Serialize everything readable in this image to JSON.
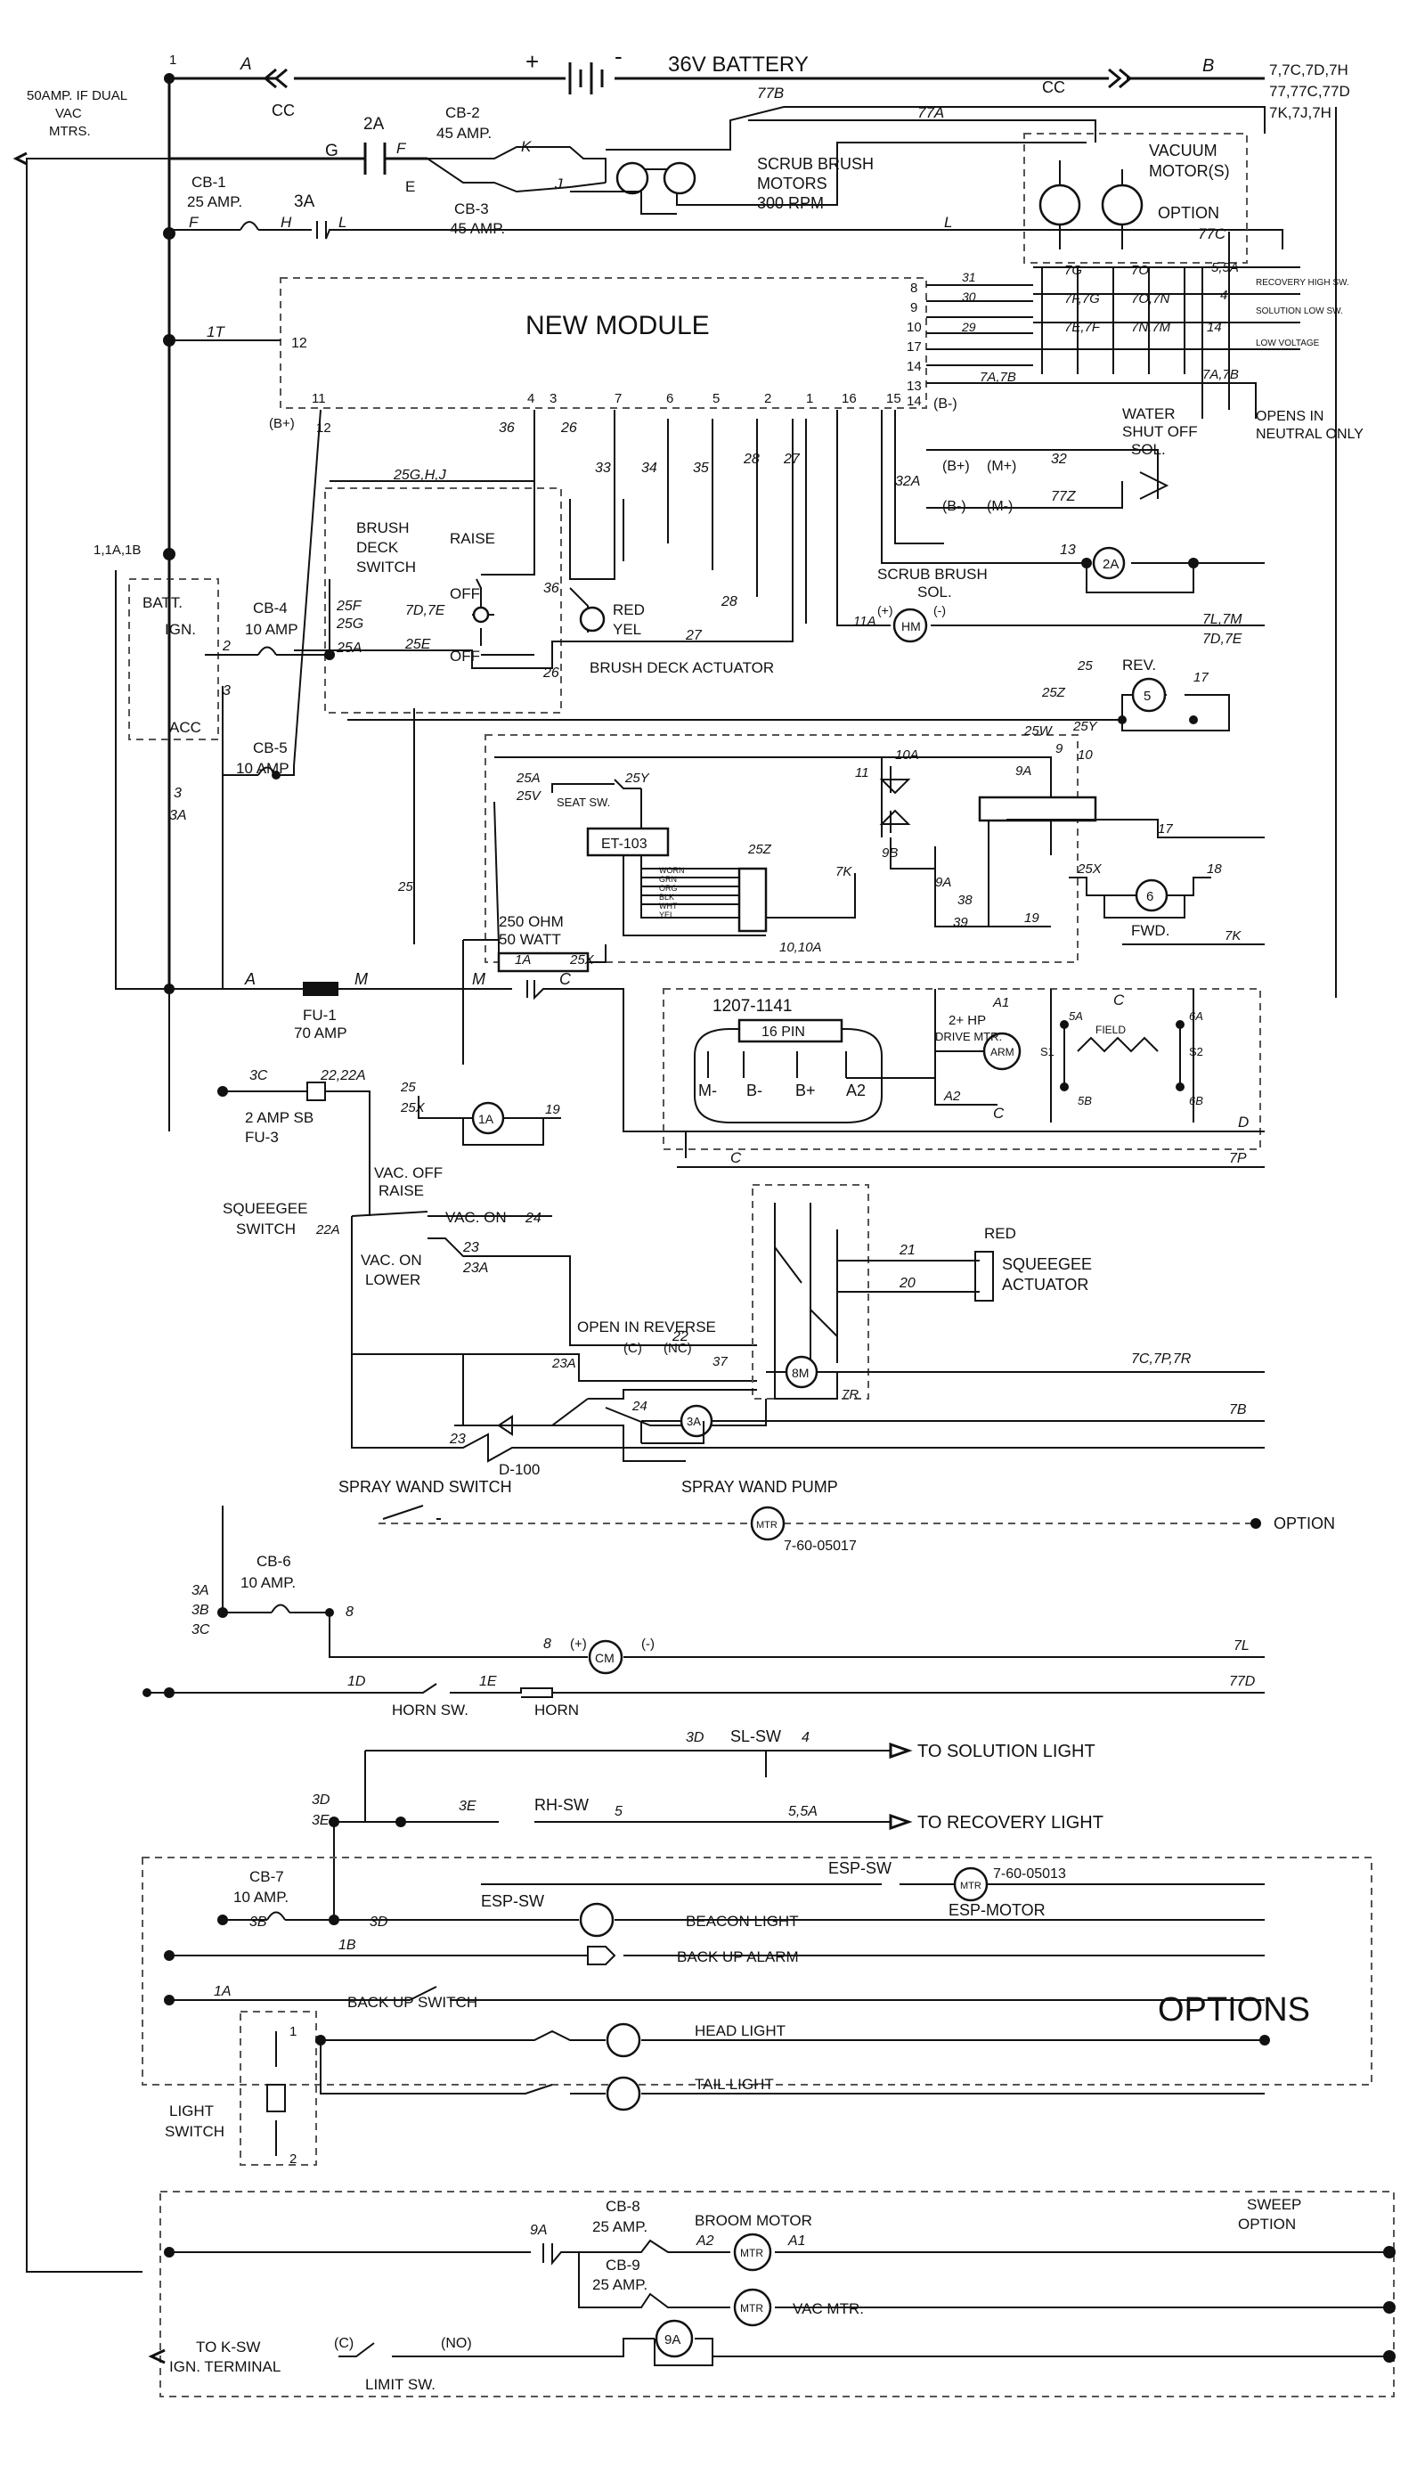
{
  "battery": {
    "label": "36V BATTERY",
    "plus": "+",
    "minus": "-",
    "a": "A",
    "b": "B",
    "cc1": "CC",
    "cc2": "CC",
    "node1": "1"
  },
  "top_right": {
    "line1": "7,7C,7D,7H",
    "line2": "77,77C,77D",
    "line3": "7K,7J,7H"
  },
  "left_top": {
    "l1": "50AMP. IF DUAL",
    "l2": "VAC",
    "l3": "MTRS."
  },
  "breakers": {
    "cb1": {
      "name": "CB-1",
      "rating": "25 AMP."
    },
    "cb2": {
      "name": "CB-2",
      "rating": "45 AMP."
    },
    "cb3": {
      "name": "CB-3",
      "rating": "45 AMP."
    },
    "cb4": {
      "name": "CB-4",
      "rating": "10 AMP"
    },
    "cb5": {
      "name": "CB-5",
      "rating": "10 AMP"
    },
    "cb6": {
      "name": "CB-6",
      "rating": "10 AMP."
    },
    "cb7": {
      "name": "CB-7",
      "rating": "10 AMP."
    },
    "cb8": {
      "name": "CB-8",
      "rating": "25 AMP."
    },
    "cb9": {
      "name": "CB-9",
      "rating": "25 AMP."
    }
  },
  "wire_labels": {
    "g": "G",
    "f": "F",
    "h": "H",
    "k": "K",
    "j": "J",
    "e": "E",
    "l": "L",
    "l2": "L",
    "a2": "2A",
    "a3": "3A",
    "w77b": "77B",
    "w77a": "77A",
    "w77c": "77C",
    "w1t": "1T",
    "w12": "12",
    "w11": "11",
    "b_plus": "(B+)",
    "w12b": "12"
  },
  "scrub": {
    "l1": "SCRUB BRUSH",
    "l2": "MOTORS",
    "l3": "300 RPM"
  },
  "vacuum": {
    "l1": "VACUUM",
    "l2": "MOTOR(S)",
    "option": "OPTION"
  },
  "module": {
    "title": "NEW MODULE",
    "pins_right": [
      "8",
      "9",
      "10",
      "17",
      "14",
      "13",
      "14"
    ],
    "pins_bottom": [
      "4",
      "3",
      "7",
      "6",
      "5",
      "2",
      "1",
      "16",
      "15"
    ],
    "b_minus": "(B-)"
  },
  "relay_labels": {
    "r31": "31",
    "r30": "30",
    "r29": "29",
    "r7g": "7G",
    "r7o": "7O",
    "r55a": "5,5A",
    "r7f7g": "7F,7G",
    "r7o7n": "7O,7N",
    "r4": "4",
    "r7e7f": "7E,7F",
    "r7n7m": "7N,7M",
    "r14": "14",
    "r7a7b": "7A,7B",
    "r7a7b2": "7A,7B",
    "rec_high": "RECOVERY HIGH SW.",
    "sol_low": "SOLUTION LOW SW.",
    "low_v": "LOW VOLTAGE"
  },
  "water": {
    "l1": "WATER",
    "l2": "SHUT OFF",
    "l3": "SOL.",
    "b_plus": "(B+)",
    "m_plus": "(M+)",
    "b_minus": "(B-)",
    "m_minus": "(M-)",
    "w32": "32",
    "w32a": "32A",
    "w77z": "77Z",
    "opens": "OPENS IN",
    "neutral": "NEUTRAL ONLY"
  },
  "brush_deck": {
    "switch1": "BRUSH",
    "switch2": "DECK",
    "switch3": "SWITCH",
    "raise": "RAISE",
    "off1": "OFF",
    "off2": "OFF",
    "w36": "36",
    "w26": "26",
    "w25ghj": "25G,H,J",
    "w33": "33",
    "w34": "34",
    "w35": "35",
    "w28": "28",
    "w27": "27",
    "red": "RED",
    "yel": "YEL",
    "actuator": "BRUSH DECK ACTUATOR",
    "w25f": "25F",
    "w25g": "25G",
    "w25a": "25A",
    "w7d7e": "7D,7E",
    "w25e": "25E",
    "w26b": "26"
  },
  "scrub_sol": {
    "label1": "SCRUB BRUSH",
    "label2": "SOL.",
    "w13": "13",
    "relay": "2A"
  },
  "batt_sw": {
    "batt": "BATT.",
    "ign": "IGN.",
    "acc": "ACC",
    "w11a1b": "1,1A,1B",
    "w2": "2",
    "w3": "3",
    "w3b": "3",
    "w3a": "3A"
  },
  "hour_meter": {
    "w11a": "11A",
    "plus": "(+)",
    "minus": "(-)",
    "hm": "HM",
    "w7l7m": "7L,7M",
    "w7d7e": "7D,7E"
  },
  "reverse": {
    "w25": "25",
    "w25z": "25Z",
    "relay": "5",
    "rev": "REV.",
    "w17": "17",
    "w25y": "25Y",
    "w17b": "17"
  },
  "seat": {
    "w25w": "25W",
    "w10a": "10A",
    "w11": "11",
    "w9b": "9B",
    "w9": "9",
    "w9a": "9A",
    "w10": "10",
    "w25a": "25A",
    "w25v": "25V",
    "w25y": "25Y",
    "seat_sw": "SEAT SW.",
    "w7k": "7K",
    "w9a2": "9A",
    "w38": "38",
    "w39": "39",
    "w19": "19",
    "w1010a": "10,10A",
    "w25z": "25Z"
  },
  "et103": {
    "label": "ET-103",
    "l1": "WORN",
    "l2": "GRN",
    "l3": "ORG",
    "l4": "BLK",
    "l5": "WHT",
    "l6": "YEL"
  },
  "forward": {
    "w25x": "25X",
    "relay": "6",
    "fwd": "FWD.",
    "w18": "18",
    "w7k": "7K"
  },
  "resistor": {
    "l1": "250 OHM",
    "l2": "50 WATT",
    "w25": "25"
  },
  "main_line": {
    "a": "A",
    "m1": "M",
    "m2": "M",
    "c": "C",
    "w1a": "1A",
    "w25x": "25X",
    "fu1": "FU-1",
    "fu1r": "70 AMP"
  },
  "controller": {
    "part": "1207-1141",
    "pins": "16 PIN",
    "m": "M-",
    "bm": "B-",
    "bp": "B+",
    "a2": "A2",
    "c": "C",
    "d": "D",
    "w7p": "7P"
  },
  "drive": {
    "l1": "2+ HP",
    "l2": "DRIVE MTR.",
    "a1": "A1",
    "a2": "A2",
    "arm": "ARM",
    "c": "C",
    "c2": "C",
    "w5a": "5A",
    "w6a": "6A",
    "s1": "S1",
    "s2": "S2",
    "w5b": "5B",
    "w6b": "6B",
    "field": "FIELD"
  },
  "fuse3": {
    "w3c": "3C",
    "w22": "22,22A",
    "l1": "2 AMP SB",
    "l2": "FU-3",
    "w25": "25",
    "w25x": "25X",
    "relay": "1A",
    "w19": "19"
  },
  "squeegee": {
    "sw1": "SQUEEGEE",
    "sw2": "SWITCH",
    "vac_off": "VAC. OFF",
    "raise": "RAISE",
    "vac_on": "VAC. ON",
    "w24": "24",
    "w22a": "22A",
    "w23": "23",
    "w23a": "23A",
    "vac_on2": "VAC. ON",
    "lower": "LOWER",
    "w22": "22",
    "red": "RED",
    "w21": "21",
    "w20": "20",
    "act1": "SQUEEGEE",
    "act2": "ACTUATOR",
    "open_rev": "OPEN IN REVERSE",
    "w23a2": "23A",
    "c": "(C)",
    "nc": "(NC)",
    "w37": "37",
    "relay8": "8M",
    "w7r": "7R",
    "w7c7p7r": "7C,7P,7R",
    "w24b": "24",
    "relay3": "3A",
    "w7b": "7B",
    "w23b": "23",
    "d100": "D-100"
  },
  "spray": {
    "sw": "SPRAY WAND SWITCH",
    "pump": "SPRAY WAND PUMP",
    "mtr": "MTR",
    "part": "7-60-05017",
    "option": "OPTION"
  },
  "cb6_sec": {
    "w3a": "3A",
    "w3b": "3B",
    "w3c": "3C",
    "w8": "8",
    "w8b": "8",
    "plus": "(+)",
    "cm": "CM",
    "minus": "(-)",
    "w7l": "7L"
  },
  "horn": {
    "w1d": "1D",
    "w1e": "1E",
    "sw": "HORN SW.",
    "horn": "HORN",
    "w77d": "77D"
  },
  "lights": {
    "w3d": "3D",
    "slsw": "SL-SW",
    "w4": "4",
    "sol": "TO SOLUTION LIGHT",
    "w3d2": "3D",
    "w3e": "3E",
    "w3e2": "3E",
    "rhsw": "RH-SW",
    "w5": "5",
    "w55a": "5,5A",
    "rec": "TO RECOVERY LIGHT"
  },
  "esp": {
    "esp_sw": "ESP-SW",
    "mtr": "MTR",
    "part": "7-60-05013",
    "motor": "ESP-MOTOR",
    "esp_sw2": "ESP-SW",
    "w3b": "3B",
    "w3d": "3D",
    "beacon": "BEACON LIGHT",
    "alarm": "BACK UP ALARM",
    "w1b": "1B",
    "backup": "BACK UP SWITCH",
    "w1a": "1A"
  },
  "options": {
    "label": "OPTIONS",
    "head": "HEAD LIGHT",
    "tail": "TAIL LIGHT",
    "ls1": "LIGHT",
    "ls2": "SWITCH",
    "ls_1": "1",
    "ls_2": "2"
  },
  "sweep": {
    "w9a": "9A",
    "broom": "BROOM MOTOR",
    "a2": "A2",
    "a1": "A1",
    "mtr": "MTR",
    "vac": "VAC MTR.",
    "mtr2": "MTR",
    "relay": "9A",
    "opt1": "SWEEP",
    "opt2": "OPTION",
    "ksw1": "TO K-SW",
    "ksw2": "IGN. TERMINAL",
    "c": "(C)",
    "no": "(NO)",
    "limit": "LIMIT SW."
  }
}
